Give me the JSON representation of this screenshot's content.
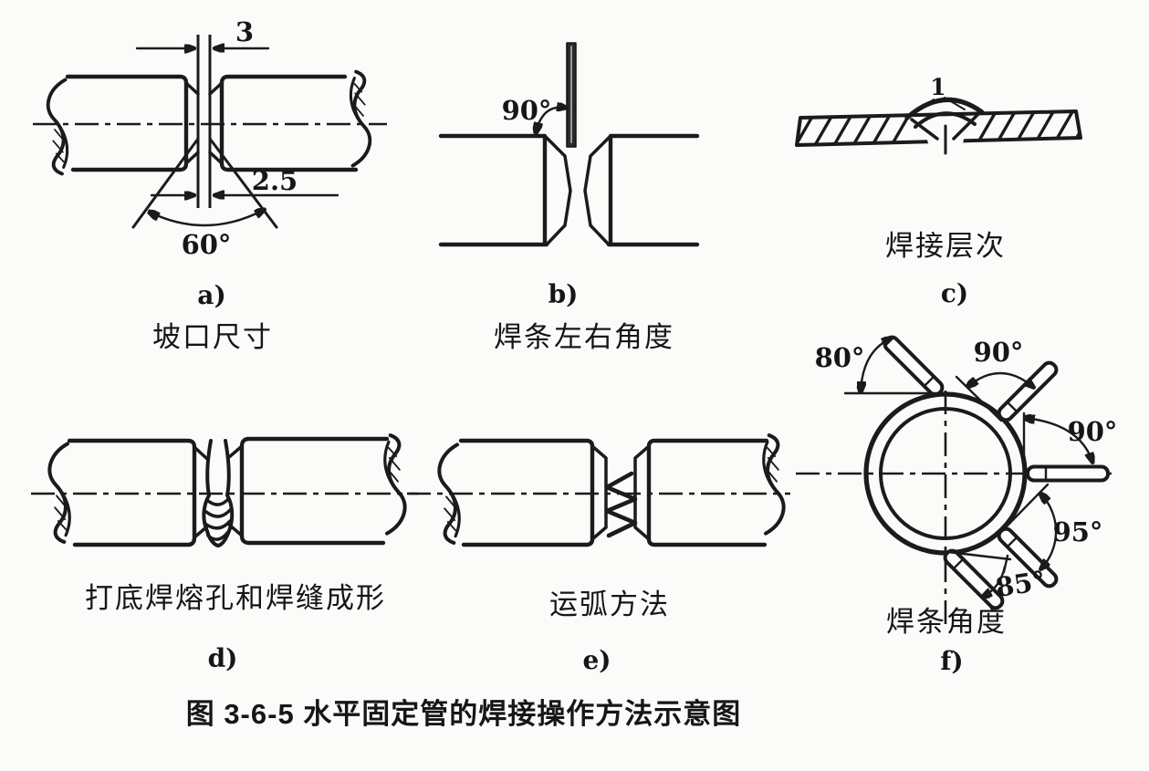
{
  "figure_caption": "图 3-6-5 水平固定管的焊接操作方法示意图",
  "panels": {
    "a": {
      "label": "a)",
      "caption": "坡口尺寸",
      "dim_gap": "3",
      "dim_root": "2.5",
      "dim_angle": "60°"
    },
    "b": {
      "label": "b)",
      "caption": "焊条左右角度",
      "dim_angle": "90°"
    },
    "c": {
      "label": "c)",
      "caption": "焊接层次",
      "layer_label": "1"
    },
    "d": {
      "label": "d)",
      "caption": "打底焊熔孔和焊缝成形"
    },
    "e": {
      "label": "e)",
      "caption": "运弧方法"
    },
    "f": {
      "label": "f)",
      "caption": "焊条角度",
      "angle_top_left": "80°",
      "angle_top_right": "90°",
      "angle_right": "90°",
      "angle_bottom_right": "95°",
      "angle_bottom": "85°"
    }
  },
  "colors": {
    "ink": "#1b1b1b",
    "background": "#fbfbf9"
  }
}
